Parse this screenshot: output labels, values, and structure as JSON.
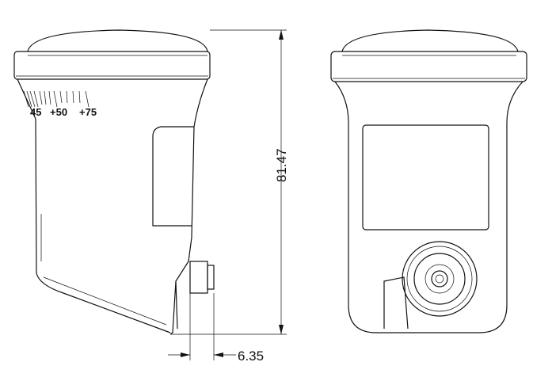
{
  "title": "LNB dimension drawing",
  "views": [
    "side-view",
    "front-view"
  ],
  "scale_labels": [
    "45",
    "+50",
    "+75"
  ],
  "dimensions": {
    "height": "81.47",
    "connector_offset": "6.35"
  }
}
